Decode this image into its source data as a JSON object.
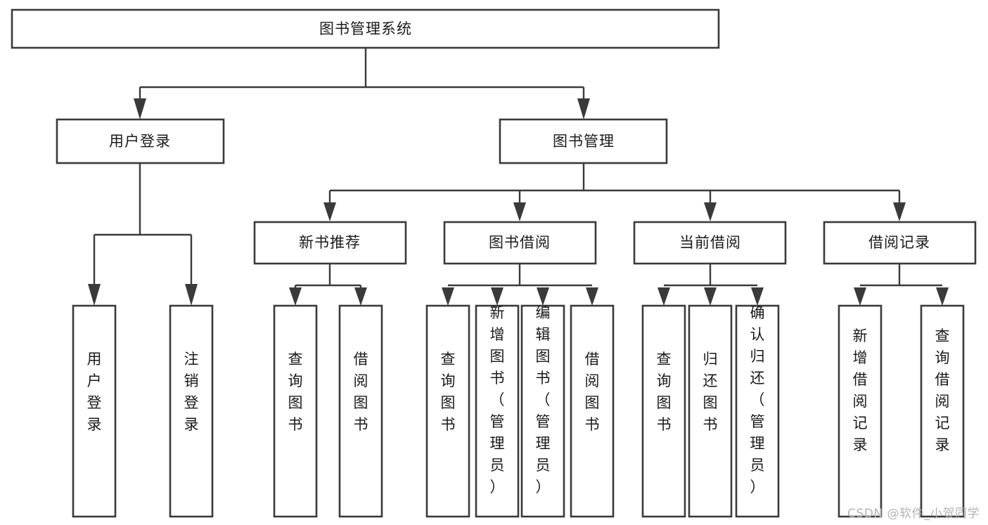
{
  "diagram": {
    "type": "tree-hierarchy-flowchart",
    "title": "图书管理系统",
    "orientation": "top-down",
    "box_fill": "#ffffff",
    "box_stroke": "#3a3a3a",
    "text_color": "#1a1a1a",
    "background": "#ffffff"
  },
  "nodes": {
    "root": {
      "label": "图书管理系统",
      "level": 0,
      "text_orientation": "horizontal"
    },
    "l1": [
      {
        "id": "user-login",
        "label": "用户登录",
        "text_orientation": "horizontal"
      },
      {
        "id": "book-management",
        "label": "图书管理",
        "text_orientation": "horizontal"
      }
    ],
    "l2": [
      {
        "id": "new-book-recommend",
        "label": "新书推荐",
        "parent": "book-management",
        "text_orientation": "horizontal"
      },
      {
        "id": "book-borrow",
        "label": "图书借阅",
        "parent": "book-management",
        "text_orientation": "horizontal"
      },
      {
        "id": "current-borrow",
        "label": "当前借阅",
        "parent": "book-management",
        "text_orientation": "horizontal"
      },
      {
        "id": "borrow-record",
        "label": "借阅记录",
        "parent": "book-management",
        "text_orientation": "horizontal"
      }
    ],
    "leaves": [
      {
        "id": "leaf-user-login",
        "label": "用户登录",
        "parent": "user-login",
        "text_orientation": "vertical"
      },
      {
        "id": "leaf-logout-login",
        "label": "注销登录",
        "parent": "user-login",
        "text_orientation": "vertical"
      },
      {
        "id": "leaf-query-book-1",
        "label": "查询图书",
        "parent": "new-book-recommend",
        "text_orientation": "vertical"
      },
      {
        "id": "leaf-borrow-book-1",
        "label": "借阅图书",
        "parent": "new-book-recommend",
        "text_orientation": "vertical"
      },
      {
        "id": "leaf-query-book-2",
        "label": "查询图书",
        "parent": "book-borrow",
        "text_orientation": "vertical"
      },
      {
        "id": "leaf-add-book",
        "label": "新增图书（管理员）",
        "parent": "book-borrow",
        "text_orientation": "vertical"
      },
      {
        "id": "leaf-edit-book",
        "label": "编辑图书（管理员）",
        "parent": "book-borrow",
        "text_orientation": "vertical"
      },
      {
        "id": "leaf-borrow-book-2",
        "label": "借阅图书",
        "parent": "book-borrow",
        "text_orientation": "vertical"
      },
      {
        "id": "leaf-query-book-3",
        "label": "查询图书",
        "parent": "current-borrow",
        "text_orientation": "vertical"
      },
      {
        "id": "leaf-return-book",
        "label": "归还图书",
        "parent": "current-borrow",
        "text_orientation": "vertical"
      },
      {
        "id": "leaf-confirm-return",
        "label": "确认归还（管理员）",
        "parent": "current-borrow",
        "text_orientation": "vertical"
      },
      {
        "id": "leaf-add-record",
        "label": "新增借阅记录",
        "parent": "borrow-record",
        "text_orientation": "vertical"
      },
      {
        "id": "leaf-query-record",
        "label": "查询借阅记录",
        "parent": "borrow-record",
        "text_orientation": "vertical"
      }
    ]
  },
  "watermark": {
    "text": "CSDN @软件_小贺同学"
  }
}
